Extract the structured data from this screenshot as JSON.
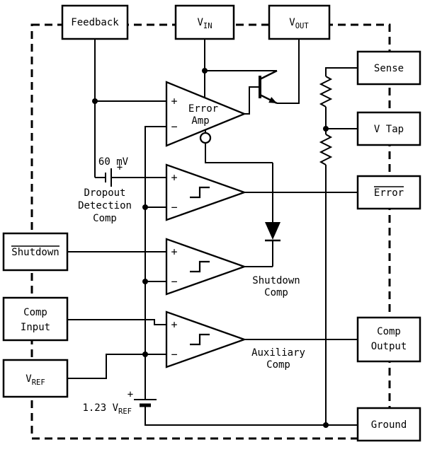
{
  "pins": {
    "feedback": {
      "label": "Feedback"
    },
    "vin": {
      "main": "V",
      "sub": "IN"
    },
    "vout": {
      "main": "V",
      "sub": "OUT"
    },
    "sense": {
      "label": "Sense"
    },
    "v_tap": {
      "label": "V Tap"
    },
    "error": {
      "label": "Error"
    },
    "comp_output": {
      "line1": "Comp",
      "line2": "Output"
    },
    "ground": {
      "label": "Ground"
    },
    "shutdown": {
      "label": "Shutdown"
    },
    "comp_input": {
      "line1": "Comp",
      "line2": "Input"
    },
    "vref": {
      "main": "V",
      "sub": "REF"
    }
  },
  "blocks": {
    "error_amp": {
      "line1": "Error",
      "line2": "Amp"
    },
    "dropout_comp": {
      "line1": "Dropout",
      "line2": "Detection",
      "line3": "Comp",
      "offset_value": "60 mV"
    },
    "shutdown_comp": {
      "line1": "Shutdown",
      "line2": "Comp"
    },
    "aux_comp": {
      "line1": "Auxiliary",
      "line2": "Comp"
    },
    "reference": {
      "value": "1.23 V",
      "value_sub": "REF"
    }
  },
  "symbols": {
    "plus": "+",
    "minus": "−"
  },
  "colors": {
    "ink": "#000000",
    "paper": "#ffffff"
  }
}
